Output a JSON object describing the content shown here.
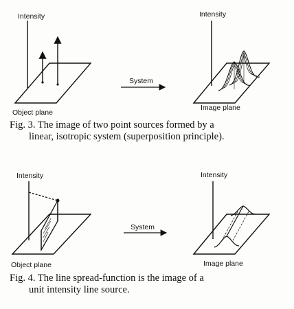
{
  "figure3": {
    "labels": {
      "intensity_left": "Intensity",
      "intensity_right": "Intensity",
      "object_plane": "Object plane",
      "system": "System",
      "image_plane": "Image plane"
    },
    "caption": {
      "number": "Fig. 3.",
      "line1": "The image of two point sources formed by a",
      "line2": "linear, isotropic system (superposition principle)."
    }
  },
  "figure4": {
    "labels": {
      "intensity_left": "Intensity",
      "intensity_right": "Intensity",
      "object_plane": "Object plane",
      "system": "System",
      "image_plane": "Image plane"
    },
    "caption": {
      "number": "Fig. 4.",
      "line1": "The line spread-function is the image of a",
      "line2": "unit intensity line source."
    }
  }
}
